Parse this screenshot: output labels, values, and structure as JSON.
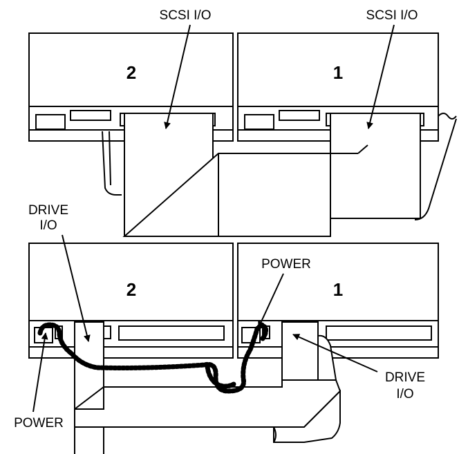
{
  "top_panel": {
    "drive_left_number": "2",
    "drive_right_number": "1",
    "label_scsi_left": "SCSI I/O",
    "label_scsi_right": "SCSI I/O"
  },
  "bottom_panel": {
    "drive_left_number": "2",
    "drive_right_number": "1",
    "label_drive_io_top_line1": "DRIVE",
    "label_drive_io_top_line2": "I/O",
    "label_power_top": "POWER",
    "label_drive_io_right_line1": "DRIVE",
    "label_drive_io_right_line2": "I/O",
    "label_power_bottom": "POWER"
  }
}
